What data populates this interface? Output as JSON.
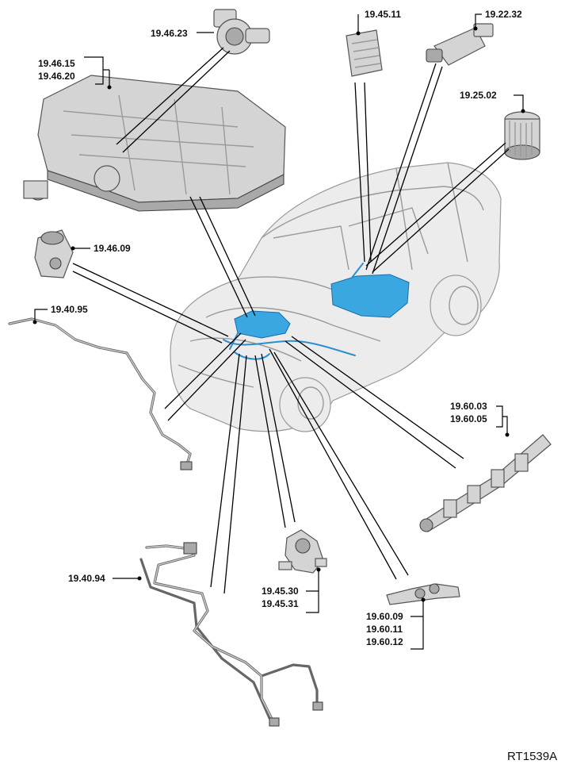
{
  "labels": {
    "l_46_23": "19.46.23",
    "l_46_15": "19.46.15",
    "l_46_20": "19.46.20",
    "l_45_11": "19.45.11",
    "l_22_32": "19.22.32",
    "l_25_02": "19.25.02",
    "l_46_09": "19.46.09",
    "l_40_95": "19.40.95",
    "l_60_03": "19.60.03",
    "l_60_05": "19.60.05",
    "l_40_94": "19.40.94",
    "l_45_30": "19.45.30",
    "l_45_31": "19.45.31",
    "l_60_09": "19.60.09",
    "l_60_11": "19.60.11",
    "l_60_12": "19.60.12"
  },
  "reference": "RT1539A",
  "colors": {
    "highlight": "#3aa7e0",
    "line": "#000000",
    "body": "#9a9a9a"
  }
}
